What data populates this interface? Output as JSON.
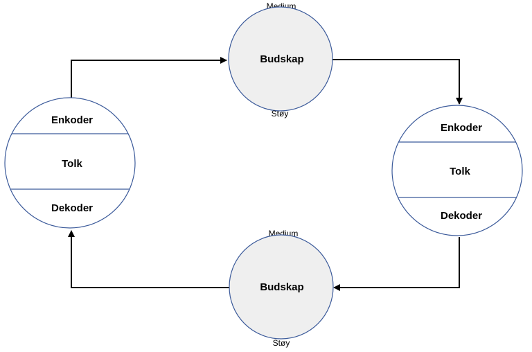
{
  "colors": {
    "node_stroke": "#3b5a9a",
    "node_fill": "#ffffff",
    "message_fill": "#efefef",
    "arrow": "#000000",
    "text": "#000000"
  },
  "left_participant": {
    "encoder": "Enkoder",
    "interpreter": "Tolk",
    "decoder": "Dekoder"
  },
  "right_participant": {
    "encoder": "Enkoder",
    "interpreter": "Tolk",
    "decoder": "Dekoder"
  },
  "top_message": {
    "medium": "Medium",
    "message": "Budskap",
    "noise": "Støy"
  },
  "bottom_message": {
    "medium": "Medium",
    "message": "Budskap",
    "noise": "Støy"
  }
}
